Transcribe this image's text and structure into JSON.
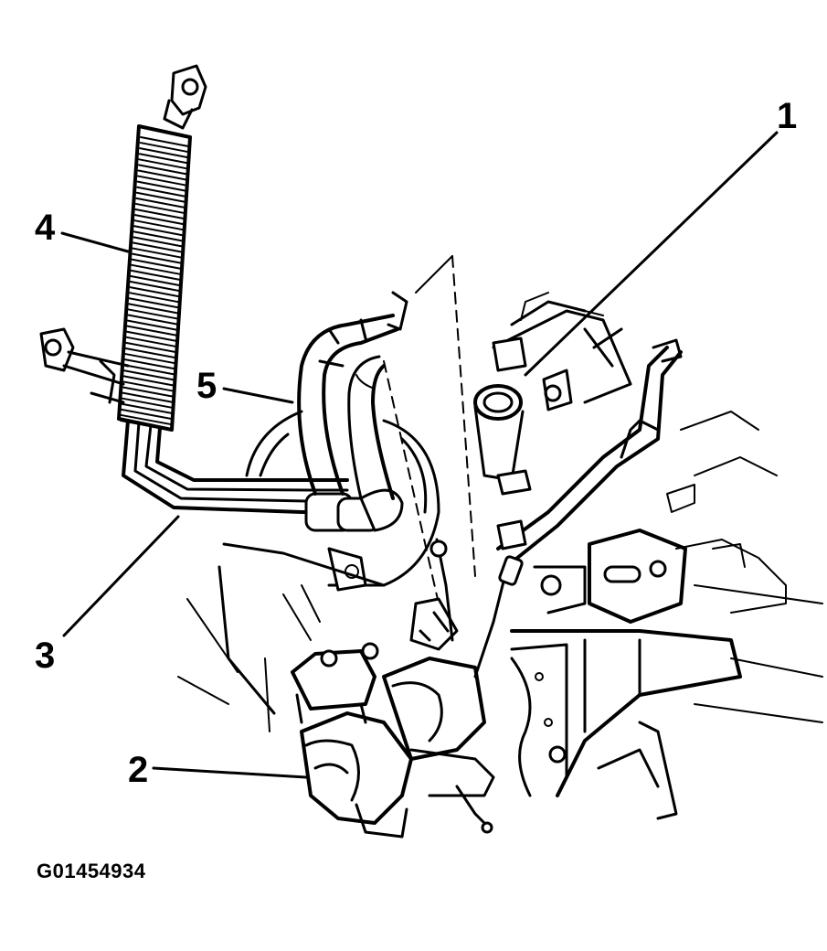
{
  "figure": {
    "id_label": "G01454934"
  },
  "callouts": [
    {
      "number": "1"
    },
    {
      "number": "2"
    },
    {
      "number": "3"
    },
    {
      "number": "4"
    },
    {
      "number": "5"
    }
  ],
  "colors": {
    "line": "#000000",
    "background": "#ffffff"
  }
}
